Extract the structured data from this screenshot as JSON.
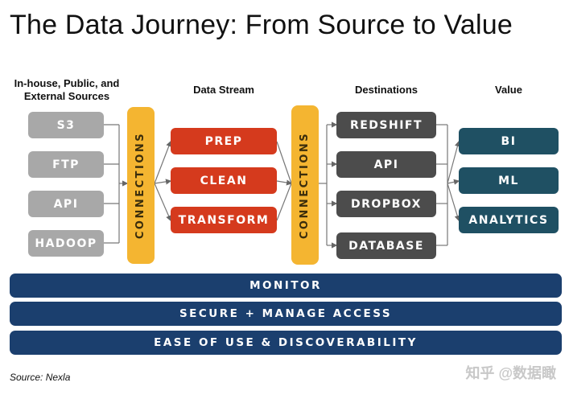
{
  "title": "The Data Journey: From Source to Value",
  "columns": {
    "sources": "In-house, Public, and External Sources",
    "stream": "Data Stream",
    "destinations": "Destinations",
    "value": "Value"
  },
  "sources": [
    "S3",
    "FTP",
    "API",
    "HADOOP"
  ],
  "stream": [
    "PREP",
    "CLEAN",
    "TRANSFORM"
  ],
  "destinations": [
    "REDSHIFT",
    "API",
    "DROPBOX",
    "DATABASE"
  ],
  "values": [
    "BI",
    "ML",
    "ANALYTICS"
  ],
  "connections_label": "CONNECTIONS",
  "bars": [
    "MONITOR",
    "SECURE + MANAGE ACCESS",
    "EASE OF USE & DISCOVERABILITY"
  ],
  "source_note": "Source: Nexla",
  "watermark": "知乎 @数据瞰",
  "colors": {
    "source": "#a8a8a8",
    "stream": "#d53a1d",
    "destination": "#4c4c4c",
    "value": "#1f5063",
    "connections": "#f4b531",
    "bar": "#1b3f6e"
  }
}
